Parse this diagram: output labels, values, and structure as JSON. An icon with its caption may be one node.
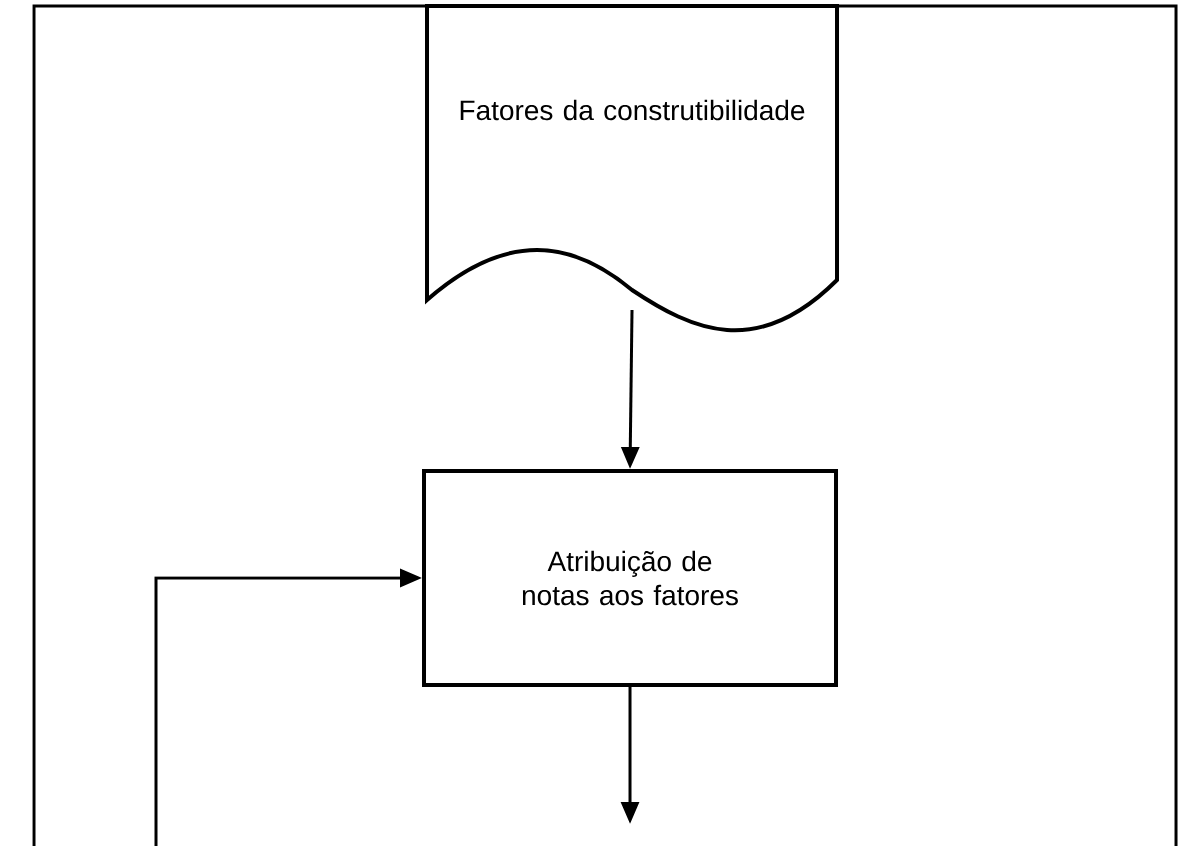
{
  "diagram": {
    "nodes": [
      {
        "text": [
          "Fatores da construtibilidade"
        ]
      },
      {
        "text": [
          "Atribuição de notas aos fatores"
        ]
      }
    ],
    "edges": [
      {
        "from": 0,
        "to": 1,
        "arrow": "to"
      },
      {
        "from": 1,
        "to": null,
        "arrow": "to"
      },
      {
        "from": null,
        "to": 1,
        "arrow": "to"
      }
    ]
  }
}
